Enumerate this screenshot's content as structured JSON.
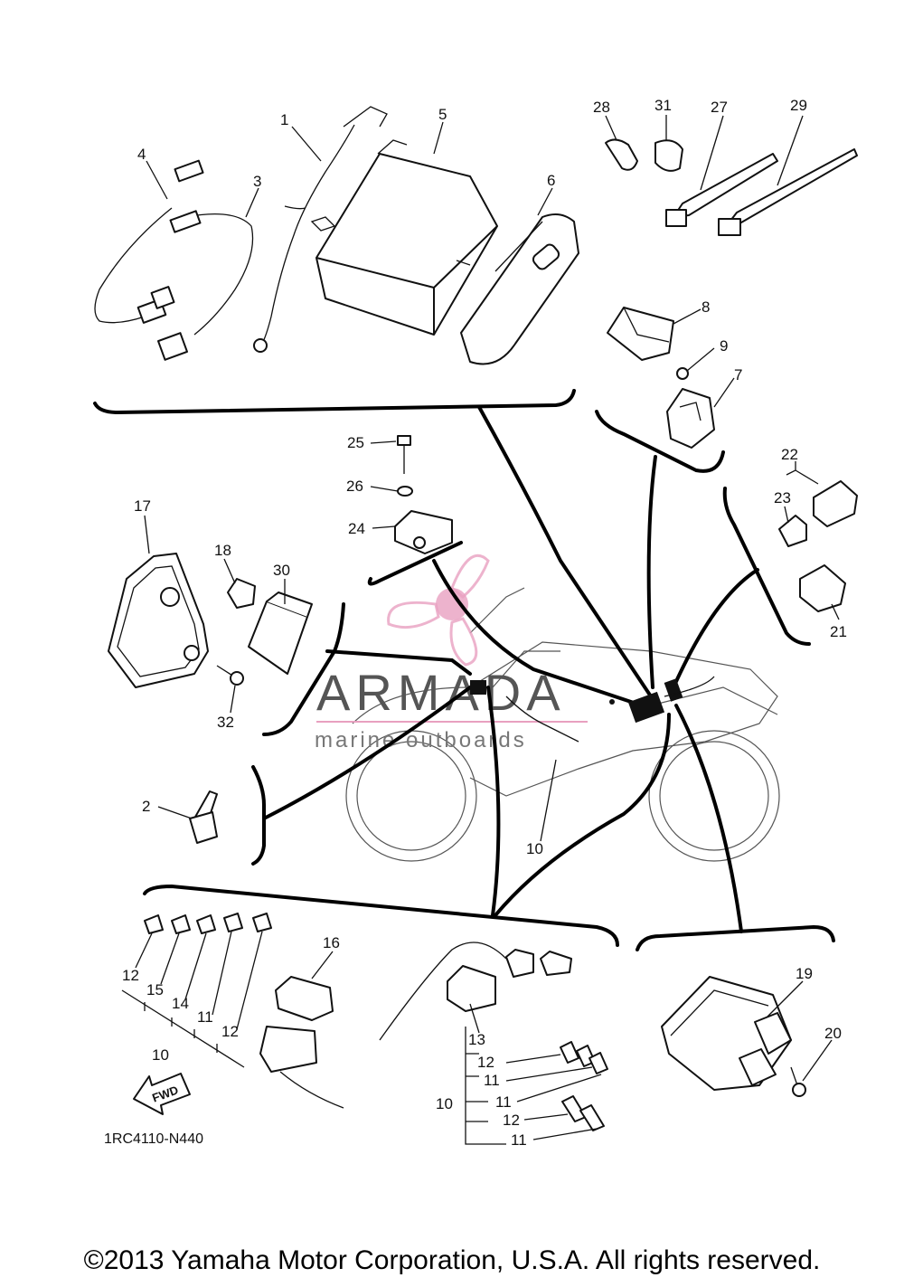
{
  "callouts": [
    {
      "id": "c1",
      "text": "1"
    },
    {
      "id": "c2",
      "text": "2"
    },
    {
      "id": "c3",
      "text": "3"
    },
    {
      "id": "c4",
      "text": "4"
    },
    {
      "id": "c5",
      "text": "5"
    },
    {
      "id": "c6",
      "text": "6"
    },
    {
      "id": "c7",
      "text": "7"
    },
    {
      "id": "c8",
      "text": "8"
    },
    {
      "id": "c9",
      "text": "9"
    },
    {
      "id": "c10a",
      "text": "10"
    },
    {
      "id": "c10b",
      "text": "10"
    },
    {
      "id": "c10c",
      "text": "10"
    },
    {
      "id": "c11a",
      "text": "11"
    },
    {
      "id": "c11b",
      "text": "11"
    },
    {
      "id": "c11c",
      "text": "11"
    },
    {
      "id": "c11d",
      "text": "11"
    },
    {
      "id": "c12a",
      "text": "12"
    },
    {
      "id": "c12b",
      "text": "12"
    },
    {
      "id": "c12c",
      "text": "12"
    },
    {
      "id": "c12d",
      "text": "12"
    },
    {
      "id": "c13",
      "text": "13"
    },
    {
      "id": "c14",
      "text": "14"
    },
    {
      "id": "c15",
      "text": "15"
    },
    {
      "id": "c16",
      "text": "16"
    },
    {
      "id": "c17",
      "text": "17"
    },
    {
      "id": "c18",
      "text": "18"
    },
    {
      "id": "c19",
      "text": "19"
    },
    {
      "id": "c20",
      "text": "20"
    },
    {
      "id": "c21",
      "text": "21"
    },
    {
      "id": "c22",
      "text": "22"
    },
    {
      "id": "c23",
      "text": "23"
    },
    {
      "id": "c24",
      "text": "24"
    },
    {
      "id": "c25",
      "text": "25"
    },
    {
      "id": "c26",
      "text": "26"
    },
    {
      "id": "c27",
      "text": "27"
    },
    {
      "id": "c28",
      "text": "28"
    },
    {
      "id": "c29",
      "text": "29"
    },
    {
      "id": "c30",
      "text": "30"
    },
    {
      "id": "c31",
      "text": "31"
    },
    {
      "id": "c32",
      "text": "32"
    }
  ],
  "fwd_label": "FWD",
  "diagram_code": "1RC4110-N440",
  "watermark": {
    "name": "ARMADA",
    "tagline": "marine outboards",
    "logo_color": "#e8a0c0"
  },
  "copyright": "©2013 Yamaha Motor Corporation, U.S.A. All rights reserved."
}
